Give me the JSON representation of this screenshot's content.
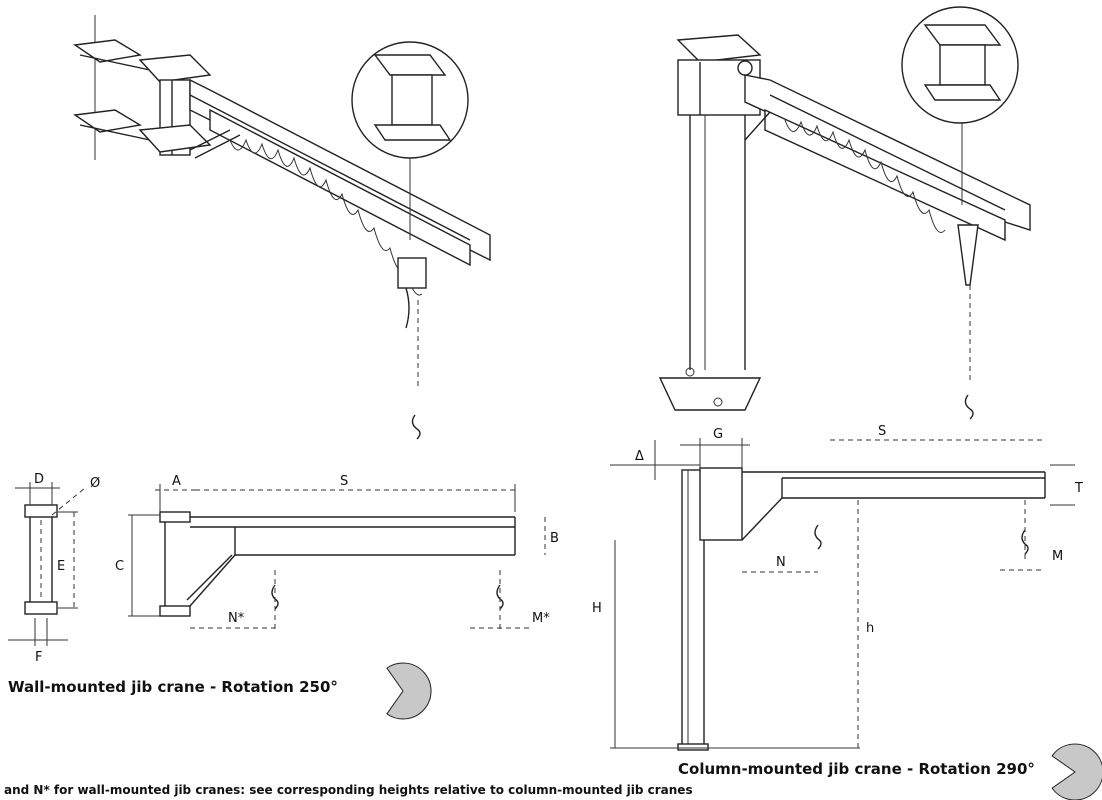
{
  "wall_crane": {
    "caption": "Wall-mounted jib crane - Rotation 250°",
    "rotation_deg": 250,
    "labels": {
      "D": "D",
      "dia": "Ø",
      "E": "E",
      "F": "F",
      "A": "A",
      "S": "S",
      "B": "B",
      "C": "C",
      "N": "N*",
      "M": "M*"
    }
  },
  "column_crane": {
    "caption": "Column-mounted jib crane - Rotation 290°",
    "rotation_deg": 290,
    "labels": {
      "delta": "Δ",
      "G": "G",
      "S": "S",
      "T": "T",
      "H": "H",
      "N": "N",
      "M": "M",
      "h": "h"
    }
  },
  "footnote": "and N* for wall-mounted jib cranes: see corresponding heights relative to column-mounted jib cranes",
  "colors": {
    "pie": "#c8c8c8",
    "line": "#222222"
  }
}
